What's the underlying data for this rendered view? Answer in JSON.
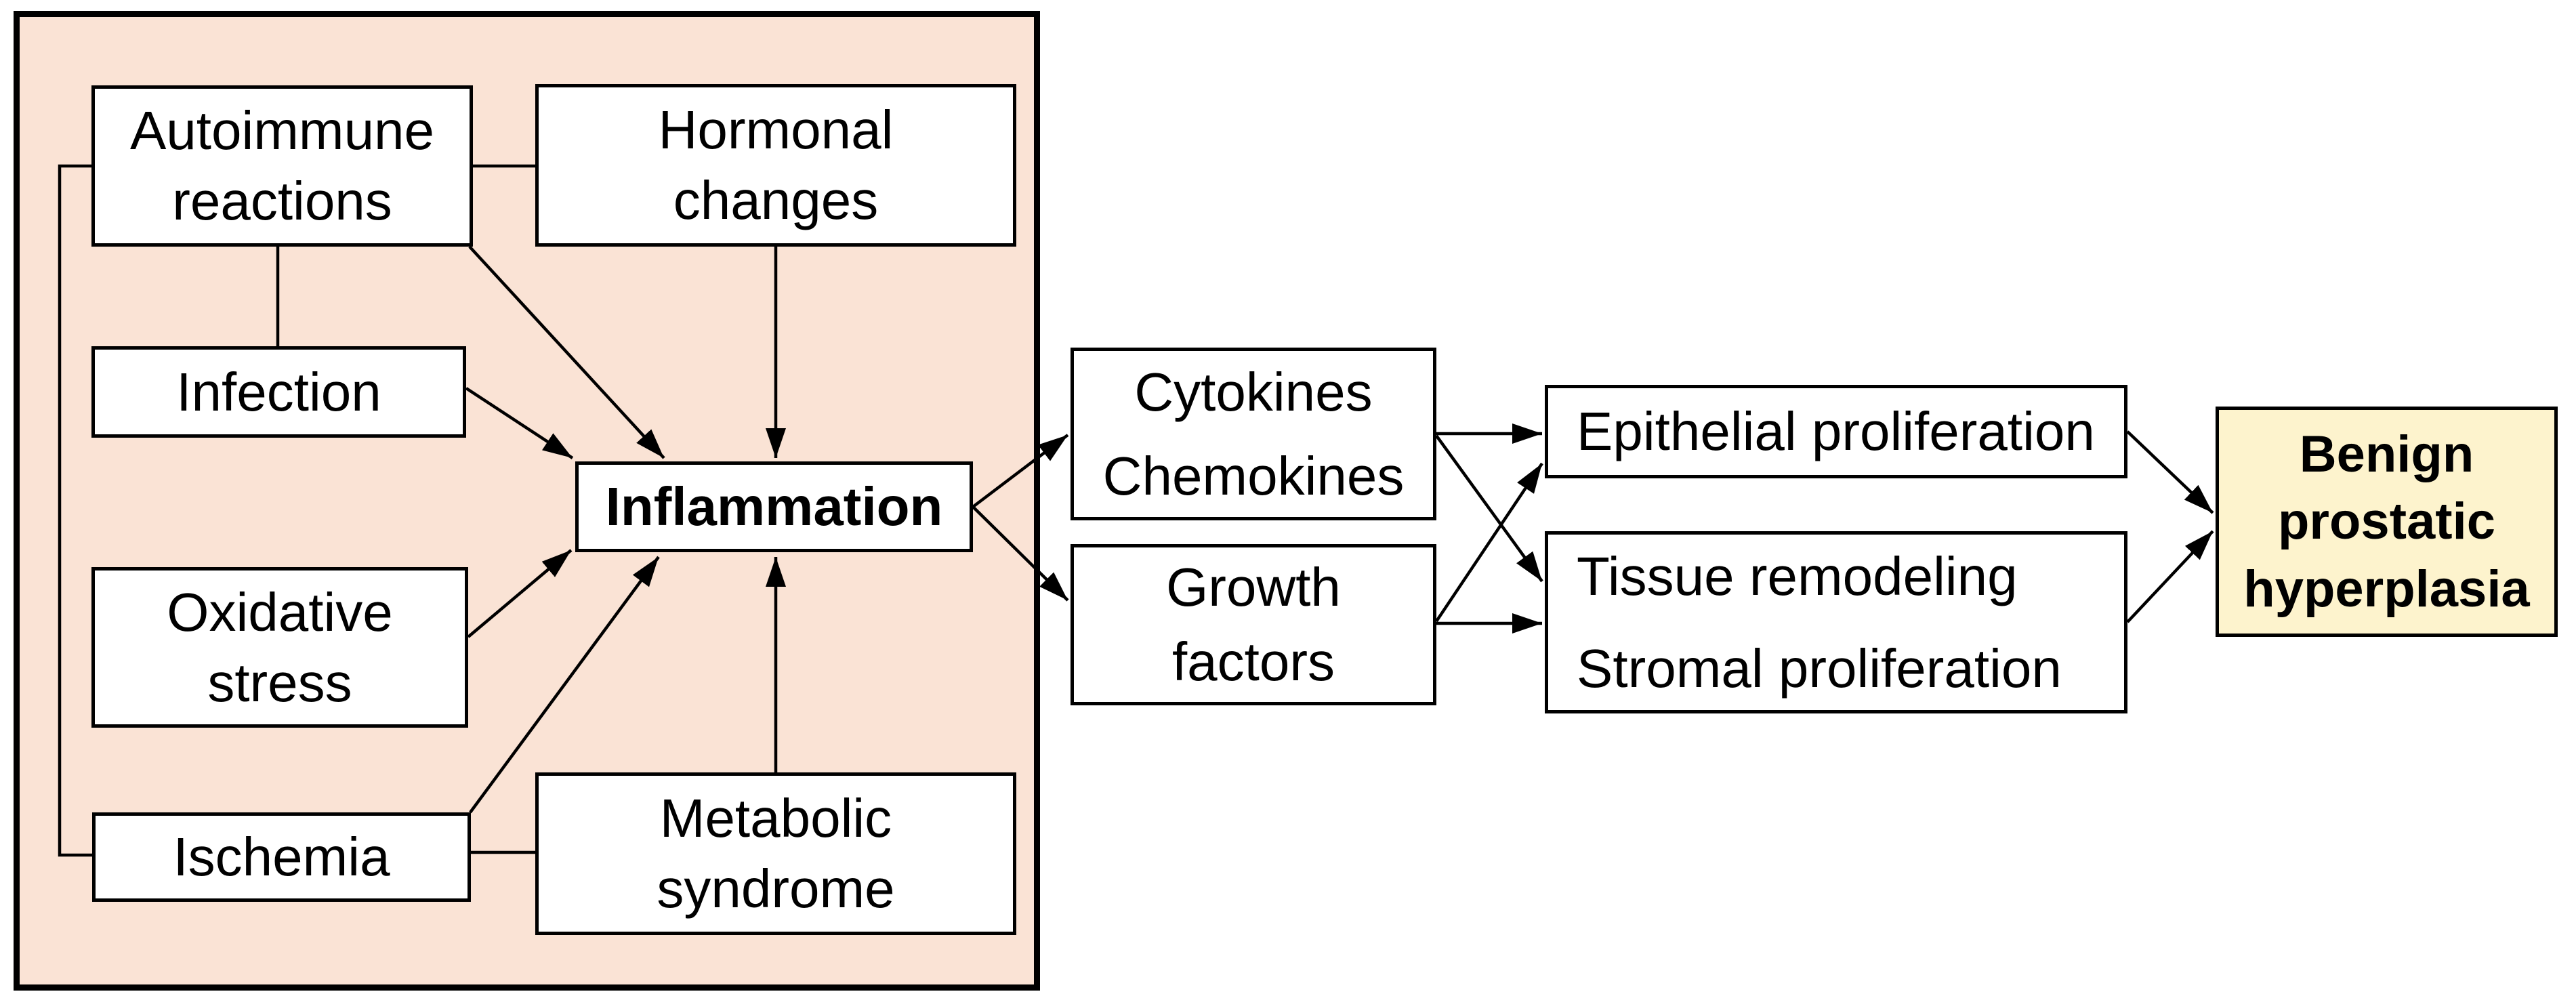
{
  "diagram": {
    "title_hint": "Pathways linking inflammation to benign prostatic hyperplasia",
    "colors": {
      "page_bg": "#ffffff",
      "panel_fill": "#fae3d5",
      "box_fill": "#ffffff",
      "outcome_fill": "#fdf3cd",
      "line_color": "#000000"
    },
    "nodes": {
      "autoimmune": {
        "label": "Autoimmune\nreactions"
      },
      "hormonal": {
        "label": "Hormonal\nchanges"
      },
      "infection": {
        "label": "Infection"
      },
      "inflammation": {
        "label": "Inflammation"
      },
      "oxidative": {
        "label": "Oxidative\nstress"
      },
      "ischemia": {
        "label": "Ischemia"
      },
      "metabolic": {
        "label": "Metabolic\nsyndrome"
      },
      "cytokines": {
        "label": "Cytokines\nChemokines"
      },
      "growth": {
        "label": "Growth\nfactors"
      },
      "epithelial": {
        "label": "Epithelial proliferation"
      },
      "tissue": {
        "label": "Tissue remodeling\nStromal proliferation"
      },
      "bph": {
        "label": "Benign\nprostatic\nhyperplasia"
      }
    },
    "edges": {
      "plain": [
        "autoimmune-hormonal",
        "autoimmune-infection",
        "autoimmune-ischemia",
        "ischemia-metabolic"
      ],
      "arrows": [
        "autoimmune-inflammation",
        "infection-inflammation",
        "hormonal-inflammation",
        "oxidative-inflammation",
        "ischemia-inflammation",
        "metabolic-inflammation",
        "inflammation-cytokines",
        "inflammation-growth",
        "cytokines-epithelial",
        "cytokines-tissue",
        "growth-epithelial",
        "growth-tissue",
        "epithelial-bph",
        "tissue-bph"
      ]
    }
  }
}
